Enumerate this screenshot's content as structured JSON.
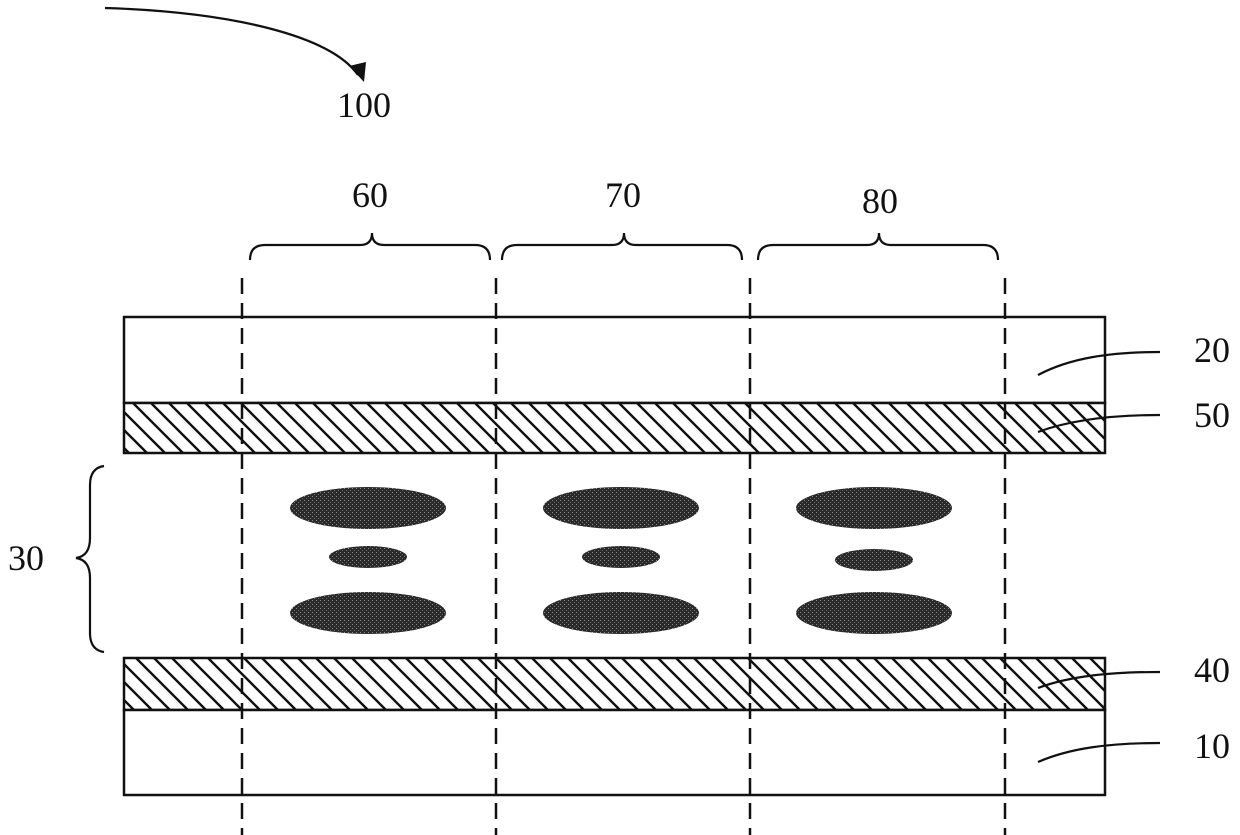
{
  "labels": {
    "device": "100",
    "region_1": "60",
    "region_2": "70",
    "region_3": "80",
    "upper_substrate": "20",
    "upper_alignment_layer": "50",
    "liquid_crystal_layer": "30",
    "lower_alignment_layer": "40",
    "lower_substrate": "10"
  },
  "colors": {
    "line": "#111111",
    "background": "#ffffff",
    "molecule_fill": "#1c1c1c"
  }
}
